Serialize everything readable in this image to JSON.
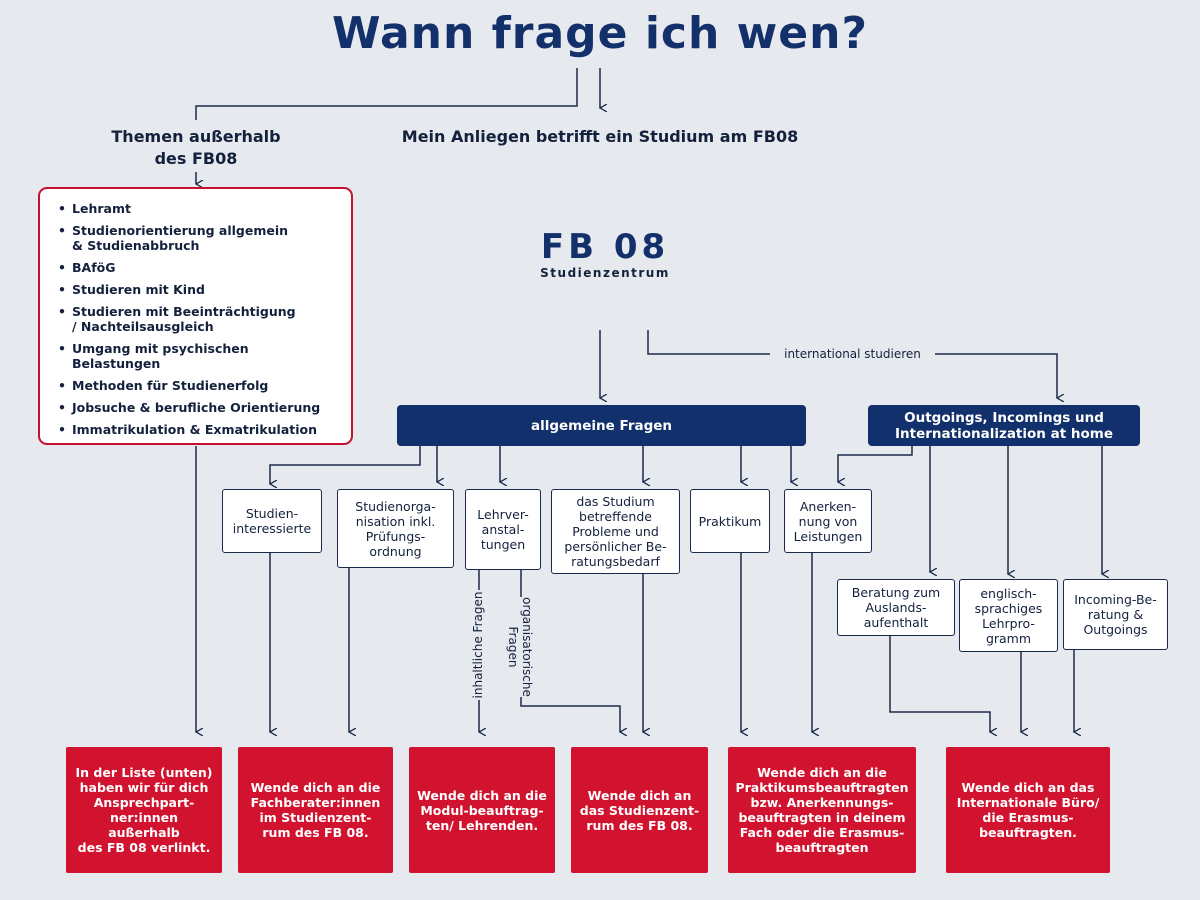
{
  "title": "Wann frage ich wen?",
  "branch_outside": "Themen außerhalb\ndes FB08",
  "branch_fb08": "Mein Anliegen betrifft ein Studium am FB08",
  "outside_topics": [
    "Lehramt",
    "Studienorientierung allgemein\n& Studienabbruch",
    "BAföG",
    "Studieren mit Kind",
    "Studieren mit Beeinträchtigung\n/ Nachteilsausgleich",
    "Umgang mit psychischen Belastungen",
    "Methoden für Studienerfolg",
    "Jobsuche & berufliche Orientierung",
    "Immatrikulation & Exmatrikulation"
  ],
  "center": {
    "name": "FB 08",
    "subtitle": "Studienzentrum"
  },
  "international_label": "international studieren",
  "general_box": "allgemeine Fragen",
  "intl_box": "Outgoings, Incomings und\nInternationalization at home",
  "topic_boxes": {
    "studieninteressierte": "Studien-\ninteressierte",
    "studienorganisation": "Studienorga-\nnisation inkl.\nPrüfungs-\nordnung",
    "lehrveranstaltungen": "Lehrver-\nanstal-\ntungen",
    "probleme": "das Studium\nbetreffende\nProbleme und\npersönlicher Be-\nratungsbedarf",
    "praktikum": "Praktikum",
    "anerkennung": "Anerken-\nnung von\nLeistungen",
    "auslandsaufenthalt": "Beratung zum\nAuslands-\naufenthalt",
    "englisch": "englisch-\nsprachiges\nLehrpro-\ngramm",
    "incoming": "Incoming-Be-\nratung &\nOutgoings"
  },
  "side_labels": {
    "inhaltlich": "inhaltliche Fragen",
    "organisatorisch": "organisatorische\nFragen"
  },
  "contacts": {
    "outside": "In der Liste (unten)\nhaben wir für dich\nAnsprechpart-\nner:innen außerhalb\ndes FB 08 verlinkt.",
    "fachberater": "Wende dich an die\nFachberater:innen\nim Studienzent-\nrum des FB 08.",
    "modul": "Wende dich an die\nModul-beauftrag-\nten/ Lehrenden.",
    "studienzentrum": "Wende dich an\ndas Studienzent-\nrum des FB 08.",
    "praktikum": "Wende dich an die\nPraktikumsbeauftragten\nbzw. Anerkennungs-\nbeauftragten in deinem\nFach oder die Erasmus-\nbeauftragten",
    "international": "Wende dich an das\nInternationale Büro/\ndie Erasmus-\nbeauftragten."
  },
  "colors": {
    "navy": "#12306b",
    "red": "#d2132f",
    "background": "#e6e9ee"
  }
}
